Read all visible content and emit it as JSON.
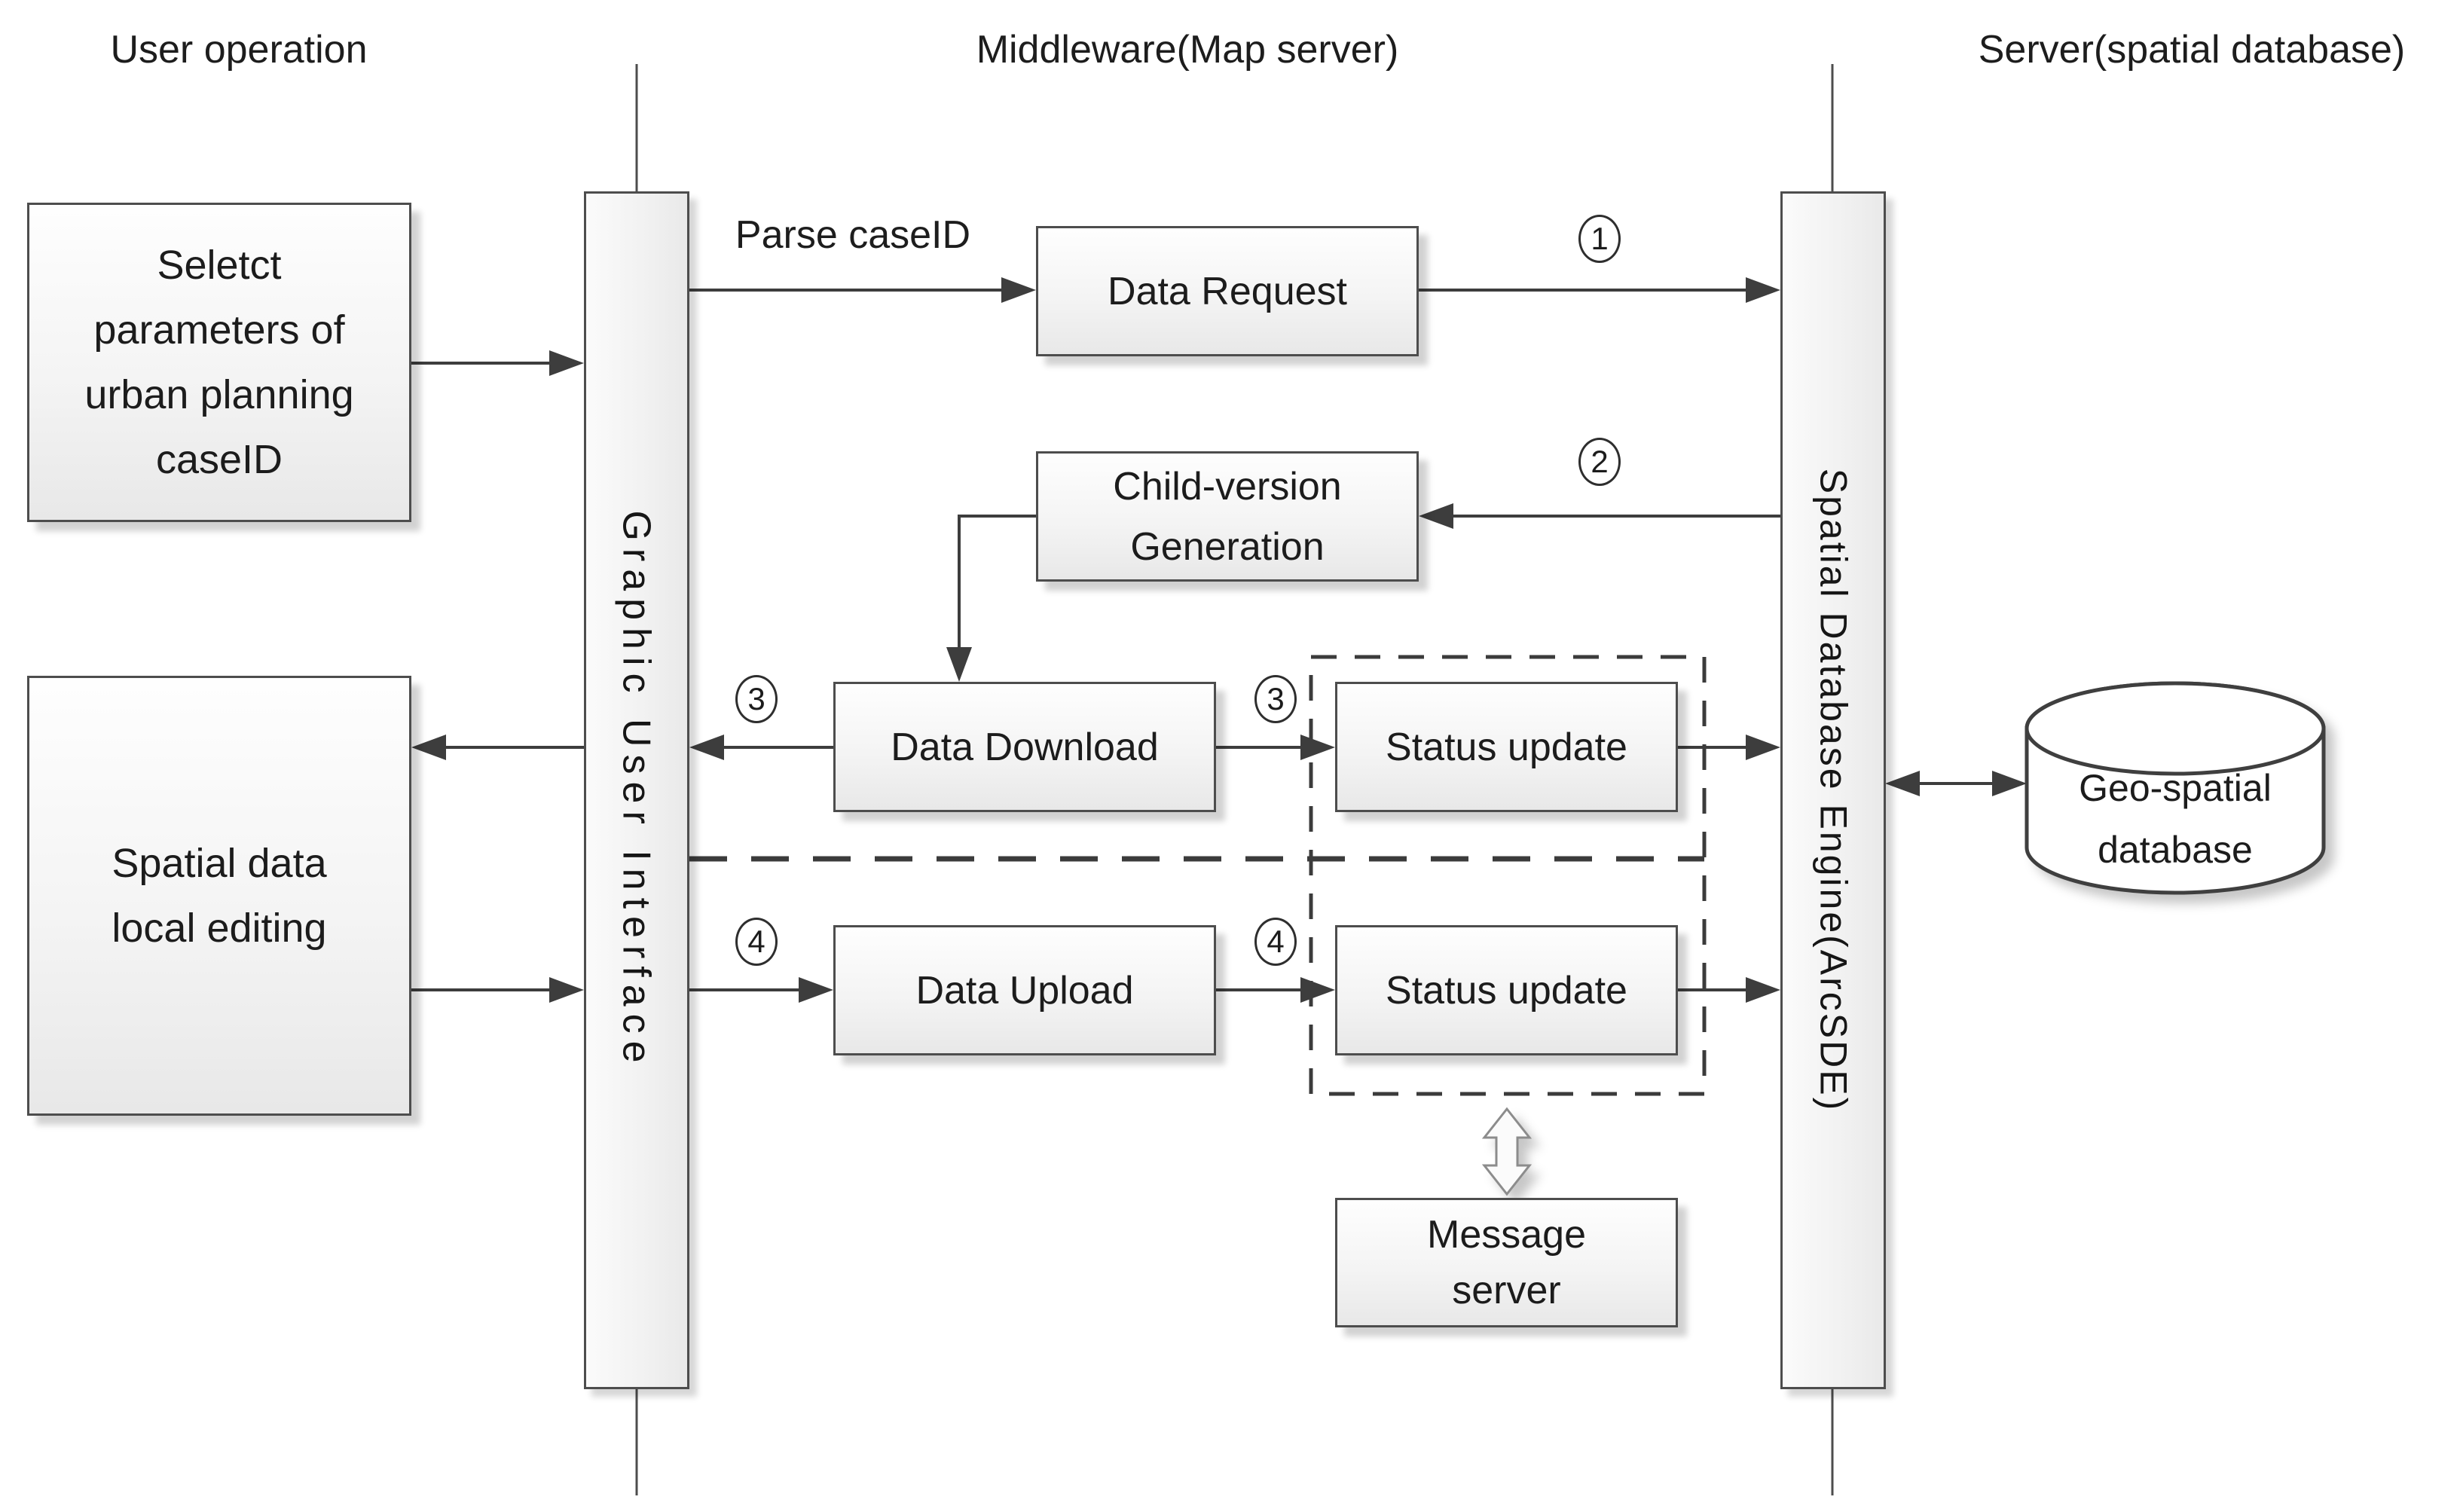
{
  "diagram": {
    "title_row": {
      "left": "User operation",
      "middle": "Middleware(Map server)",
      "right": "Server(spatial database)"
    },
    "lanes": {
      "gui": "Graphic User Interface",
      "sde": "Spatial Database Engine(ArcSDE)"
    },
    "nodes": {
      "select_params": "Seletct\nparameters of\nurban planning\ncaseID",
      "spatial_editing": "Spatial data\nlocal editing",
      "data_request": "Data Request",
      "child_version": "Child-version\nGeneration",
      "data_download": "Data Download",
      "status_update_top": "Status update",
      "data_upload": "Data Upload",
      "status_update_bottom": "Status update",
      "message_server": "Message\nserver",
      "geo_database": "Geo-spatial\ndatabase"
    },
    "edge_labels": {
      "parse_caseid": "Parse caseID",
      "step1": "1",
      "step2": "2",
      "step3_left": "3",
      "step3_right": "3",
      "step4_left": "4",
      "step4_right": "4"
    },
    "colors": {
      "background": "#ffffff",
      "box_border": "#4d4d4d",
      "box_fill_top": "#fefefe",
      "box_fill_bottom": "#e8e8e8",
      "arrow": "#3d3d3d",
      "dashed_line": "#3b3b3b",
      "text": "#1c1c1c",
      "hollow_arrow_stroke": "#8c8c8c"
    }
  }
}
